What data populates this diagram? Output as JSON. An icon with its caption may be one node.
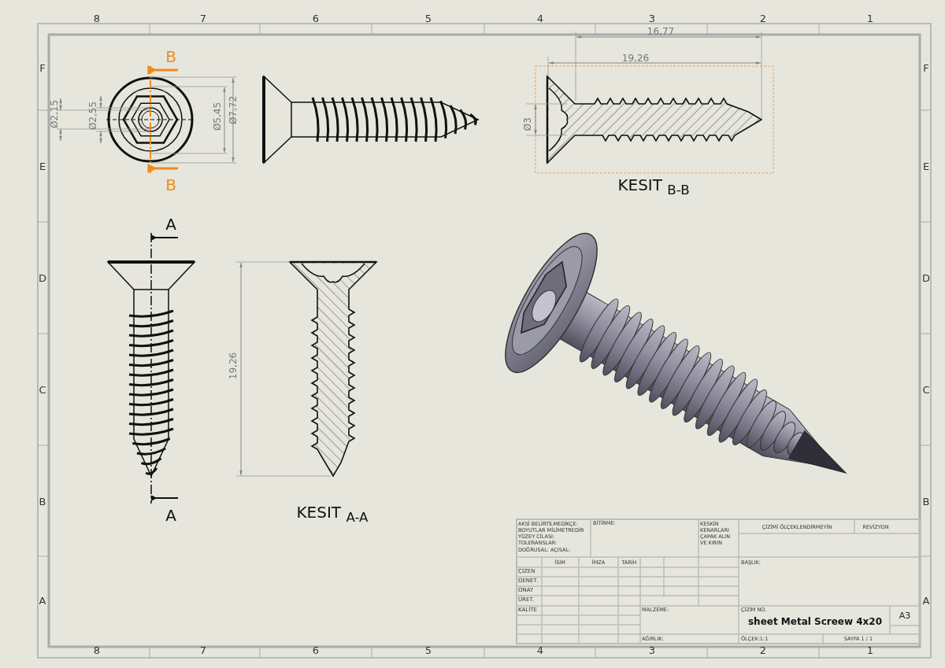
{
  "diagram": {
    "labels": [
      "8",
      "7",
      "6",
      "5",
      "4",
      "3",
      "2",
      "1",
      "F",
      "F",
      "E",
      "E",
      "D",
      "D",
      "C",
      "C",
      "B",
      "B",
      "A",
      "A",
      "B",
      "Ø2,15",
      "Ø2,55",
      "Ø5,45",
      "Ø7,72",
      "B",
      "16,77",
      "19,26",
      "Ø3",
      "KESIT $_{B-B}$",
      "A",
      "19,26",
      "A",
      "KESIT $_{A-A}$",
      "AKSİ BELİRTİLMEDİKÇE: BOYUTLAR MİLİMETREDİR YÜZEY CİLASI: TOLERANSLAR: DOĞRUSAL: AÇISAL:",
      "BİTİRME:",
      "KESKİN KENARLARI ÇAPAK ALIN VE KIRIN",
      "ÇİZİMİ ÖLÇEKLENDİRMEYİN",
      "REVİZYON",
      "İSİM",
      "İMZA",
      "TARİH",
      "BAŞLIK:",
      "ÇİZEN",
      "DENET.",
      "ONAY",
      "ÜRET.",
      "KALİTE",
      "MALZEME:",
      "ÇİZİM NO.",
      "sheet Metal Screew 4x20",
      "A3",
      "AĞIRLIK:",
      "ÖLÇEK:1:1",
      "SAYFA 1 / 1",
      "8",
      "7",
      "6",
      "5",
      "4",
      "3",
      "2",
      "1"
    ]
  }
}
